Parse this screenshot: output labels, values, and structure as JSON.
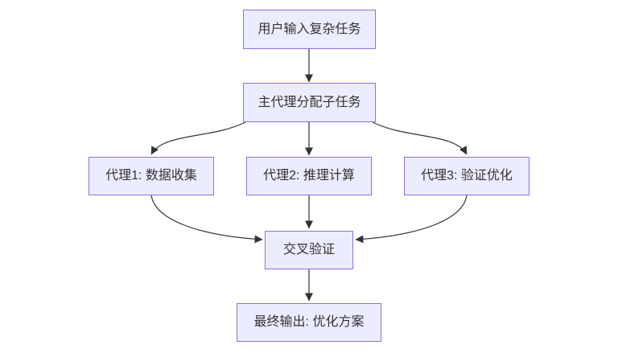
{
  "diagram": {
    "type": "flowchart-top-down",
    "colors": {
      "background": "#FFFFFF",
      "node_fill": "#ECECFF",
      "node_border": "#9370DB",
      "edge": "#333333",
      "text": "#333333"
    },
    "nodes": {
      "user_input": {
        "label": "用户输入复杂任务"
      },
      "main_agent": {
        "label": "主代理分配子任务"
      },
      "agent1": {
        "label": "代理1: 数据收集"
      },
      "agent2": {
        "label": "代理2: 推理计算"
      },
      "agent3": {
        "label": "代理3: 验证优化"
      },
      "cross_validation": {
        "label": "交叉验证"
      },
      "final_output": {
        "label": "最终输出: 优化方案"
      }
    },
    "edges": [
      {
        "from": "user_input",
        "to": "main_agent"
      },
      {
        "from": "main_agent",
        "to": "agent1"
      },
      {
        "from": "main_agent",
        "to": "agent2"
      },
      {
        "from": "main_agent",
        "to": "agent3"
      },
      {
        "from": "agent1",
        "to": "cross_validation"
      },
      {
        "from": "agent2",
        "to": "cross_validation"
      },
      {
        "from": "agent3",
        "to": "cross_validation"
      },
      {
        "from": "cross_validation",
        "to": "final_output"
      }
    ]
  }
}
